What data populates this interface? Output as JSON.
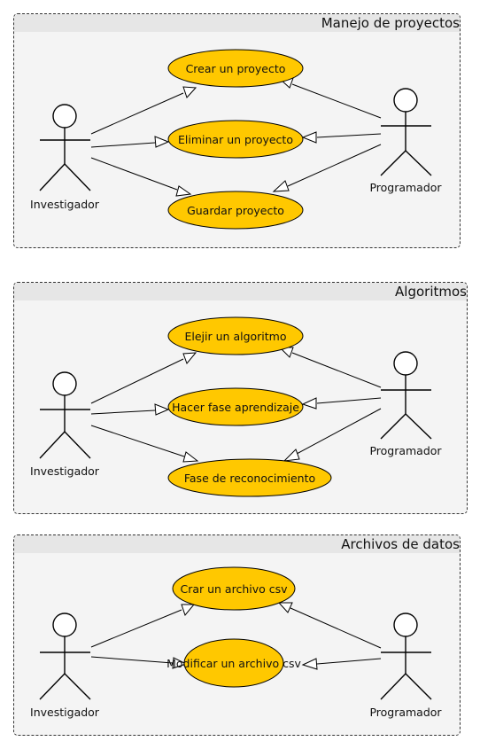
{
  "colors": {
    "usecase_fill": "#ffc800",
    "package_bg": "#f4f4f4",
    "package_tab": "#e6e6e6",
    "line": "#000000"
  },
  "packages": [
    {
      "title": "Manejo de proyectos",
      "actors": {
        "left": "Investigador",
        "right": "Programador"
      },
      "usecases": [
        "Crear un proyecto",
        "Eliminar un proyecto",
        "Guardar proyecto"
      ]
    },
    {
      "title": "Algoritmos",
      "actors": {
        "left": "Investigador",
        "right": "Programador"
      },
      "usecases": [
        "Elejir un algoritmo",
        "Hacer fase aprendizaje",
        "Fase de reconocimiento"
      ]
    },
    {
      "title": "Archivos de datos",
      "actors": {
        "left": "Investigador",
        "right": "Programador"
      },
      "usecases": [
        "Crar un archivo csv",
        "Modificar un archivo csv"
      ]
    }
  ]
}
